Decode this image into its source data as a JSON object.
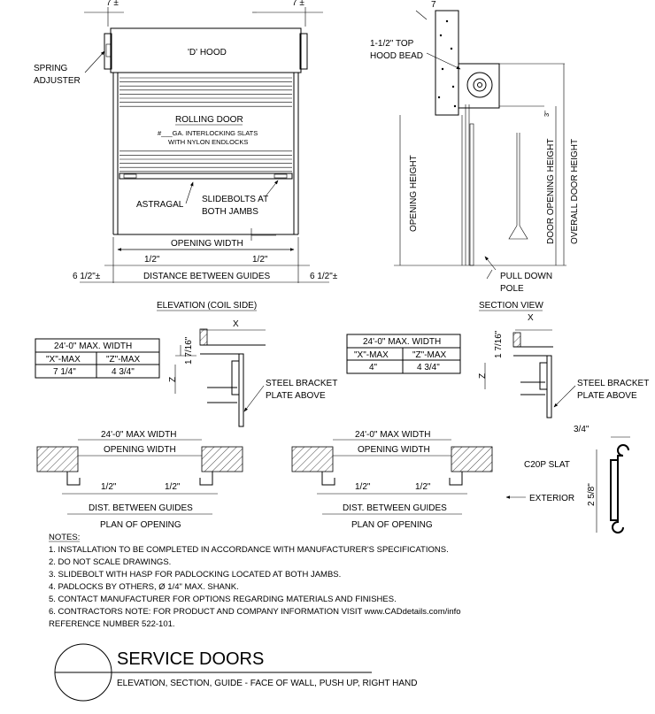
{
  "elevation": {
    "top_left_dim": "7 ±",
    "top_right_dim": "7 ±",
    "hood": "'D' HOOD",
    "spring_adjuster": [
      "SPRING",
      "ADJUSTER"
    ],
    "rolling_door": "ROLLING DOOR",
    "slats_line1": "#___GA. INTERLOCKING SLATS",
    "slats_line2": "WITH NYLON ENDLOCKS",
    "astragal": "ASTRAGAL",
    "slidebolts": [
      "SLIDEBOLTS AT",
      "BOTH JAMBS"
    ],
    "opening_width": "OPENING WIDTH",
    "half_left": "1/2\"",
    "half_right": "1/2\"",
    "side_left": "6 1/2\"±",
    "side_right": "6 1/2\"±",
    "distance_between_guides": "DISTANCE BETWEEN GUIDES",
    "caption": "ELEVATION (COIL SIDE)"
  },
  "section": {
    "hood_bead": [
      "1-1/2\" TOP",
      "HOOD BEAD"
    ],
    "dim_3": "3\"",
    "opening_height": "OPENING HEIGHT",
    "door_opening_height": "DOOR OPENING HEIGHT",
    "overall_door_height": "OVERALL DOOR HEIGHT",
    "pull_down_pole": [
      "PULL DOWN",
      "POLE"
    ],
    "caption": "SECTION VIEW"
  },
  "tables": [
    {
      "title": "24'-0\" MAX. WIDTH",
      "headers": [
        "\"X\"-MAX",
        "\"Z\"-MAX"
      ],
      "values": [
        "7 1/4\"",
        "4 3/4\""
      ]
    },
    {
      "title": "24'-0\" MAX. WIDTH",
      "headers": [
        "\"X\"-MAX",
        "\"Z\"-MAX"
      ],
      "values": [
        "4\"",
        "4 3/4\""
      ]
    }
  ],
  "guide_details": [
    {
      "x": "X",
      "dim": "1 7/16\"",
      "z": "Z",
      "bracket": [
        "STEEL BRACKET",
        "PLATE ABOVE"
      ]
    },
    {
      "x": "X",
      "dim": "1 7/16\"",
      "z": "Z",
      "bracket": [
        "STEEL BRACKET",
        "PLATE ABOVE"
      ]
    }
  ],
  "plans": [
    {
      "max_width": "24'-0\" MAX WIDTH",
      "opening_width": "OPENING WIDTH",
      "half_left": "1/2\"",
      "half_right": "1/2\"",
      "dist": "DIST. BETWEEN GUIDES",
      "caption": "PLAN OF OPENING"
    },
    {
      "max_width": "24'-0\" MAX WIDTH",
      "opening_width": "OPENING WIDTH",
      "half_left": "1/2\"",
      "half_right": "1/2\"",
      "dist": "DIST. BETWEEN GUIDES",
      "caption": "PLAN OF OPENING"
    }
  ],
  "slat": {
    "width": "3/4\"",
    "name": "C20P SLAT",
    "height": "2 5/8\"",
    "exterior": "EXTERIOR"
  },
  "notes": {
    "heading": "NOTES:",
    "items": [
      "1.  INSTALLATION TO BE COMPLETED IN ACCORDANCE WITH MANUFACTURER'S SPECIFICATIONS.",
      "2.  DO NOT SCALE DRAWINGS.",
      "3.  SLIDEBOLT WITH HASP FOR PADLOCKING LOCATED AT BOTH JAMBS.",
      "4.  PADLOCKS BY OTHERS, Ø 1/4\" MAX. SHANK.",
      "5.  CONTACT MANUFACTURER FOR OPTIONS REGARDING MATERIALS AND FINISHES.",
      "6.  CONTRACTORS NOTE: FOR PRODUCT AND COMPANY INFORMATION VISIT www.CADdetails.com/info",
      "     REFERENCE NUMBER 522-101."
    ]
  },
  "title_block": {
    "title": "SERVICE DOORS",
    "subtitle": "ELEVATION, SECTION, GUIDE - FACE OF WALL, PUSH UP, RIGHT HAND"
  }
}
